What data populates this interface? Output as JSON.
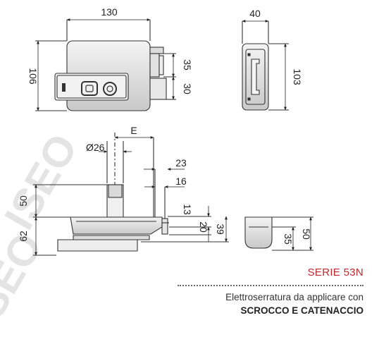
{
  "dims": {
    "front_width": "130",
    "front_height": "106",
    "front_upper": "35",
    "front_lower": "30",
    "side_width": "40",
    "side_height": "103",
    "diameter": "Ø26",
    "e": "E",
    "d23": "23",
    "d16": "16",
    "d13": "13",
    "d20": "20",
    "d39": "39",
    "d50_left": "50",
    "d62": "62",
    "d35_right": "35",
    "d50_right": "50"
  },
  "caption": {
    "series": "SERIE 53N",
    "description": "Elettroserratura da applicare con",
    "type": "SCROCCO E CATENACCIO"
  },
  "watermark": "ISEO"
}
